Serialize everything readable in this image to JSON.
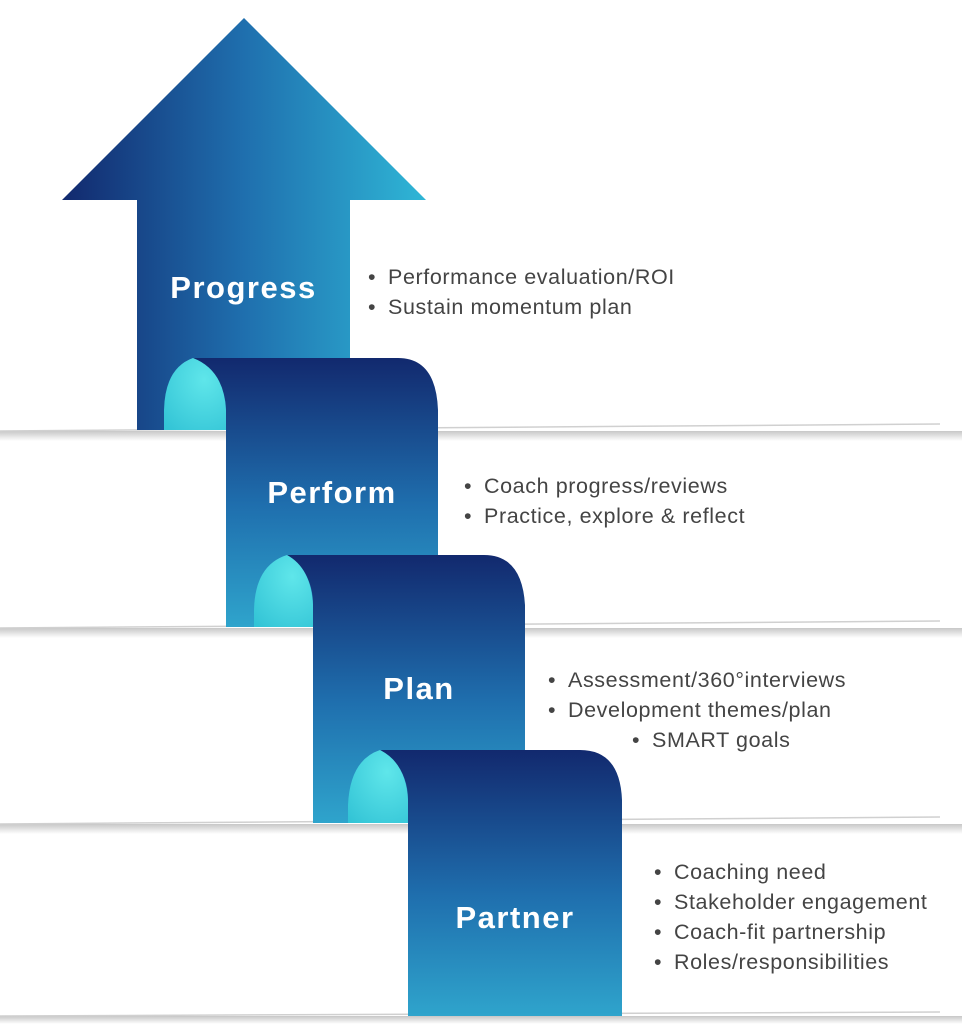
{
  "colors": {
    "dark_blue": "#12296e",
    "mid_blue": "#1f6fae",
    "light_blue": "#2fa4cc",
    "curl_cyan": "#4ad9e0",
    "text_gray": "#444444",
    "background": "#ffffff"
  },
  "stages": [
    {
      "name": "Progress",
      "shape": "arrow",
      "bullets": [
        "Performance evaluation/ROI",
        "Sustain momentum plan"
      ]
    },
    {
      "name": "Perform",
      "shape": "curled-step",
      "bullets": [
        "Coach progress/reviews",
        "Practice, explore & reflect"
      ]
    },
    {
      "name": "Plan",
      "shape": "curled-step",
      "bullets": [
        "Assessment/360°interviews",
        "Development themes/plan",
        "SMART goals"
      ]
    },
    {
      "name": "Partner",
      "shape": "curled-step",
      "bullets": [
        "Coaching need",
        "Stakeholder engagement",
        "Coach-fit partnership",
        "Roles/responsibilities"
      ]
    }
  ]
}
